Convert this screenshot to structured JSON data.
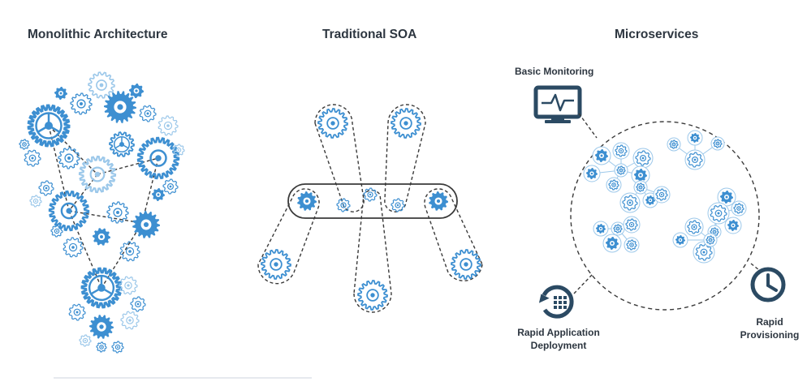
{
  "sections": {
    "monolithic": {
      "title": "Monolithic Architecture"
    },
    "soa": {
      "title": "Traditional SOA"
    },
    "microservices": {
      "title": "Microservices",
      "labels": {
        "monitoring": "Basic Monitoring",
        "deployment": [
          "Rapid Application",
          "Deployment"
        ],
        "provisioning": [
          "Rapid",
          "Provisioning"
        ]
      }
    }
  },
  "colors": {
    "gear_blue": "#3d8fd1",
    "gear_light": "#9cc8ea",
    "dark_navy": "#2b4a63",
    "text": "#2d3640",
    "dash": "#3a3a3a"
  },
  "icons": [
    "gear-icon",
    "monitor-icon",
    "deploy-icon",
    "clock-icon"
  ]
}
